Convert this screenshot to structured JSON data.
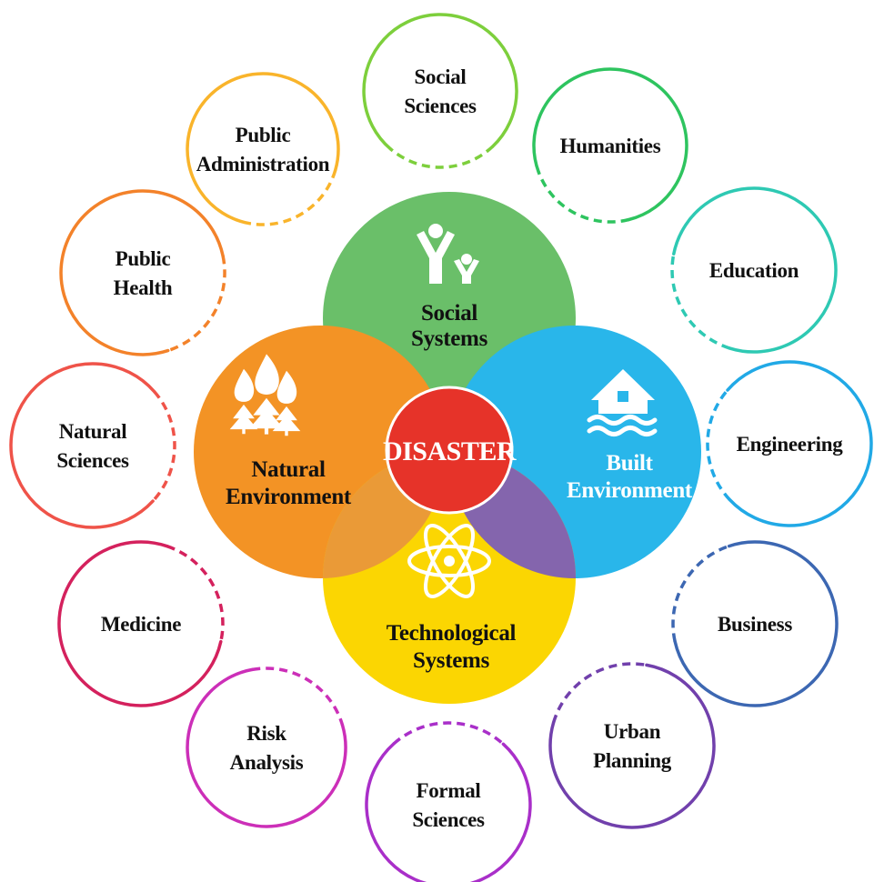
{
  "center": {
    "label": "DISASTER",
    "color": "#e63329"
  },
  "core_systems": [
    {
      "id": "social",
      "lines": [
        "Social",
        "Systems"
      ],
      "color": "#6abf69",
      "icon": "people-icon"
    },
    {
      "id": "natural",
      "lines": [
        "Natural",
        "Environment"
      ],
      "color": "#f39325",
      "icon": "forest-fire-icon"
    },
    {
      "id": "built",
      "lines": [
        "Built",
        "Environment"
      ],
      "color": "#29b6ea",
      "icon": "flooded-house-icon"
    },
    {
      "id": "tech",
      "lines": [
        "Technological",
        "Systems"
      ],
      "color": "#fbd602",
      "icon": "atom-icon"
    }
  ],
  "overlap_colors": {
    "social_natural": "#d3de33",
    "social_built": "#446679",
    "natural_tech": "#ea9a37",
    "built_tech": "#8465ad"
  },
  "disciplines": [
    {
      "id": "social-sciences",
      "lines": [
        "Social",
        "Sciences"
      ],
      "color": "#7dcf3c"
    },
    {
      "id": "humanities",
      "lines": [
        "Humanities"
      ],
      "color": "#2ec45f"
    },
    {
      "id": "education",
      "lines": [
        "Education"
      ],
      "color": "#2ec9b3"
    },
    {
      "id": "engineering",
      "lines": [
        "Engineering"
      ],
      "color": "#21a9e6"
    },
    {
      "id": "business",
      "lines": [
        "Business"
      ],
      "color": "#3c67b2"
    },
    {
      "id": "urban-planning",
      "lines": [
        "Urban",
        "Planning"
      ],
      "color": "#7140ac"
    },
    {
      "id": "formal-sciences",
      "lines": [
        "Formal",
        "Sciences"
      ],
      "color": "#a92fc9"
    },
    {
      "id": "risk-analysis",
      "lines": [
        "Risk",
        "Analysis"
      ],
      "color": "#cc2fb8"
    },
    {
      "id": "medicine",
      "lines": [
        "Medicine"
      ],
      "color": "#d4215d"
    },
    {
      "id": "natural-sciences",
      "lines": [
        "Natural",
        "Sciences"
      ],
      "color": "#ef5349"
    },
    {
      "id": "public-health",
      "lines": [
        "Public",
        "Health"
      ],
      "color": "#f3822a"
    },
    {
      "id": "public-administration",
      "lines": [
        "Public",
        "Administration"
      ],
      "color": "#f9b42b"
    }
  ]
}
